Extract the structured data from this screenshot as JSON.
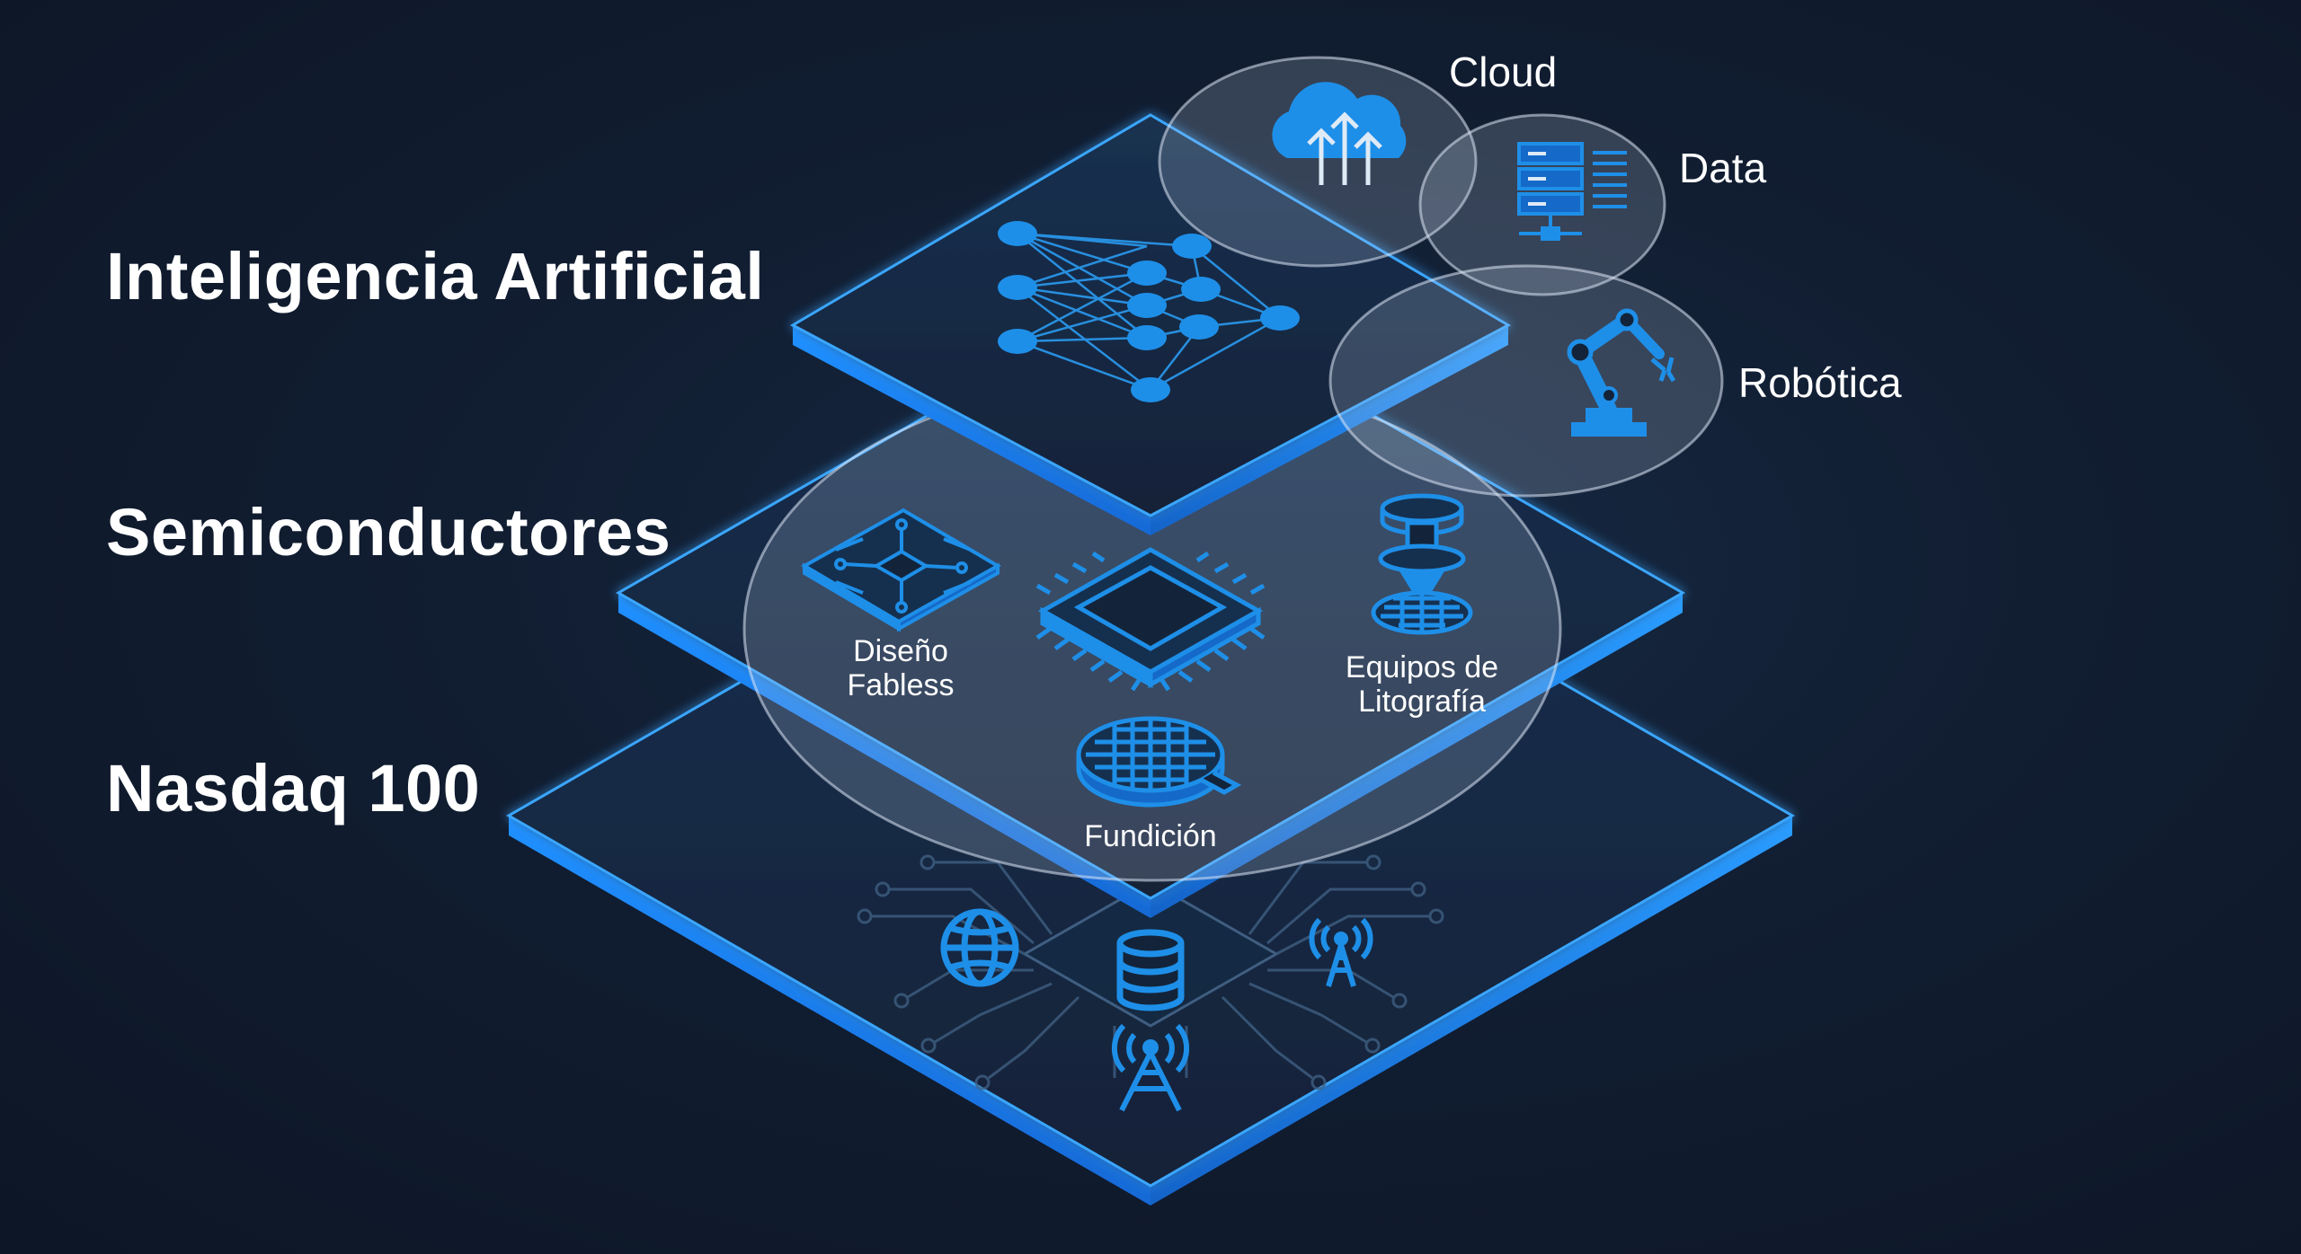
{
  "layers": {
    "ai": {
      "title": "Inteligencia Artificial"
    },
    "semis": {
      "title": "Semiconductores"
    },
    "nasdaq": {
      "title": "Nasdaq 100"
    }
  },
  "bubbles": {
    "cloud": {
      "label": "Cloud",
      "icon": "cloud-upload-icon"
    },
    "data": {
      "label": "Data",
      "icon": "server-rack-icon"
    },
    "robotics": {
      "label": "Robótica",
      "icon": "robot-arm-icon"
    }
  },
  "semis_items": {
    "fabless": {
      "line1": "Diseño",
      "line2": "Fabless",
      "icon": "circuit-board-icon"
    },
    "chip": {
      "icon": "microchip-icon"
    },
    "litho": {
      "line1": "Equipos de",
      "line2": "Litografía",
      "icon": "lithography-machine-icon"
    },
    "foundry": {
      "label": "Fundición",
      "icon": "wafer-icon"
    }
  },
  "nasdaq_icons": [
    "globe-icon",
    "database-icon",
    "antenna-tower-icon",
    "antenna-tower-icon"
  ],
  "colors": {
    "background": "#111d31",
    "layer_edge": "#1e90ff",
    "layer_glow": "#46b4ff",
    "icon_blue": "#1e8fe8",
    "text": "#ffffff"
  }
}
